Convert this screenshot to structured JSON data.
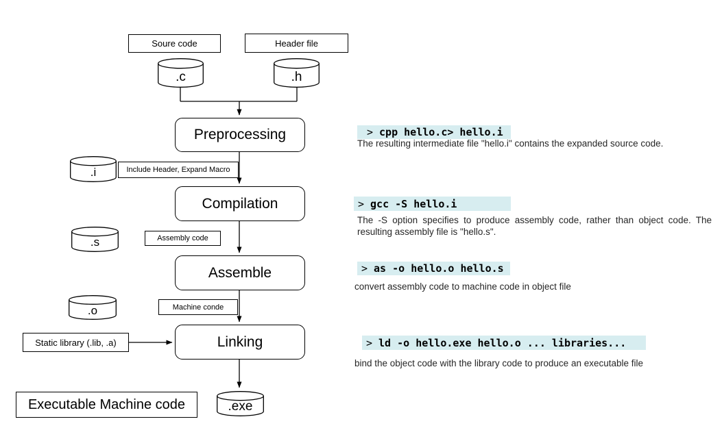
{
  "colors": {
    "highlight": "#d7edf0",
    "stroke": "#000000",
    "caption_text": "#262626",
    "background": "#ffffff"
  },
  "flowchart": {
    "source_box": "Soure code",
    "header_box": "Header file",
    "cyl_c": ".c",
    "cyl_h": ".h",
    "cyl_i": ".i",
    "cyl_s": ".s",
    "cyl_o": ".o",
    "cyl_exe": ".exe",
    "preprocessing": "Preprocessing",
    "compilation": "Compilation",
    "assemble": "Assemble",
    "linking": "Linking",
    "include_note": "Include Header, Expand Macro",
    "assembly_note": "Assembly code",
    "machine_note": "Machine conde",
    "static_lib": "Static library (.lib, .a)",
    "executable": "Executable Machine code"
  },
  "commands": [
    {
      "prompt": ">",
      "text": "cpp hello.c> hello.i",
      "caption": "The resulting intermediate file \"hello.i\" contains the expanded source code."
    },
    {
      "prompt": ">",
      "text": "gcc -S hello.i",
      "caption": "The -S option specifies to produce assembly code, rather than object code. The resulting assembly file is \"hello.s\"."
    },
    {
      "prompt": ">",
      "text": "as -o hello.o hello.s",
      "caption": "convert assembly code to machine code in object file"
    },
    {
      "prompt": ">",
      "text": "ld -o hello.exe hello.o ... libraries...",
      "caption": "bind the object code with the library code to produce an executable file"
    }
  ]
}
